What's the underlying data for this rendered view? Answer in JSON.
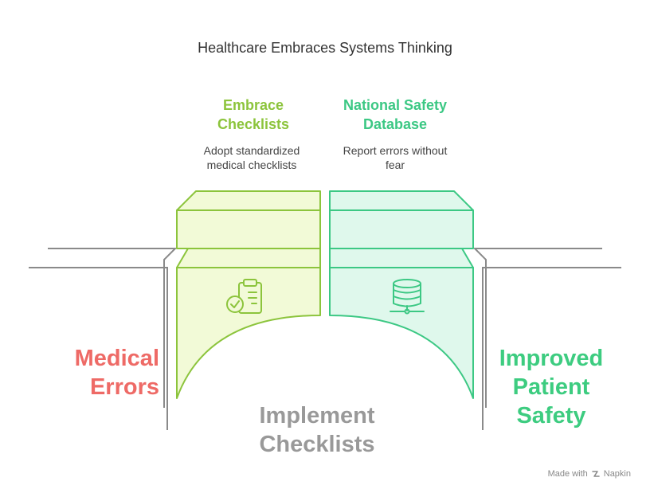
{
  "title": "Healthcare Embraces Systems Thinking",
  "left_outcome": {
    "line1": "Medical",
    "line2": "Errors",
    "color": "#ee6a66"
  },
  "right_outcome": {
    "line1": "Improved",
    "line2": "Patient",
    "line3": "Safety",
    "color": "#3dcc80"
  },
  "bridge_label": {
    "line1": "Implement",
    "line2": "Checklists",
    "color": "#999999"
  },
  "cards": [
    {
      "title_line1": "Embrace",
      "title_line2": "Checklists",
      "desc_line1": "Adopt standardized",
      "desc_line2": "medical checklists",
      "icon": "clipboard-check-icon",
      "color": "#8cc43c",
      "fill": "#f2fad7"
    },
    {
      "title_line1": "National Safety",
      "title_line2": "Database",
      "desc_line1": "Report errors without",
      "desc_line2": "fear",
      "icon": "database-icon",
      "color": "#3cc884",
      "fill": "#dff8ec"
    }
  ],
  "footer": {
    "made_with": "Made with",
    "brand": "Napkin"
  }
}
